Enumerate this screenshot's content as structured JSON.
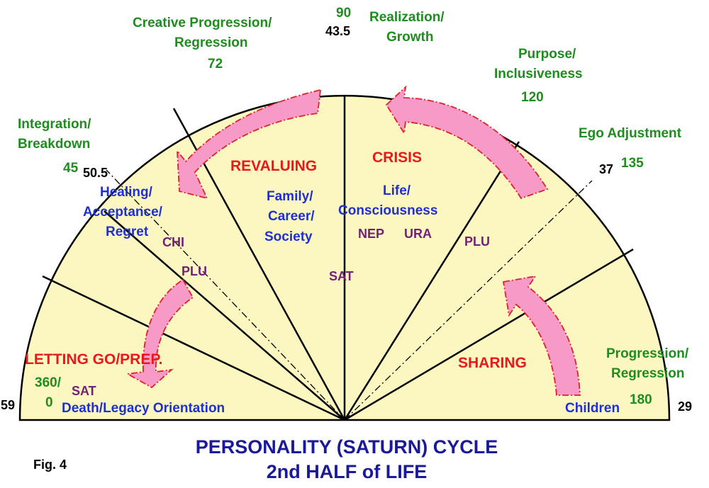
{
  "title": {
    "line1": "PERSONALITY (SATURN) CYCLE",
    "line2": "2nd HALF of LIFE"
  },
  "figure_label": "Fig. 4",
  "colors": {
    "background": "#fcf7c0",
    "arrow_fill": "#f79ac8",
    "arrow_stroke": "#e0202a",
    "phase_text": "#e8191c",
    "degree_text": "#1f8c1f",
    "theme_text": "#1f2fd6",
    "planet_text": "#73207a",
    "title_text": "#1a1a99"
  },
  "age_markers": {
    "left": "59",
    "right": "29",
    "top": "43.5",
    "upper_left": "50.5",
    "upper_right": "37"
  },
  "degree_labels": {
    "d90": "90",
    "d72": "72",
    "d45": "45",
    "d120": "120",
    "d135": "135",
    "d180": "180",
    "d360": "360/",
    "d0": "0"
  },
  "phase_names": {
    "realization_1": "Realization/",
    "realization_2": "Growth",
    "creative_1": "Creative Progression/",
    "creative_2": "Regression",
    "integration_1": "Integration/",
    "integration_2": "Breakdown",
    "purpose_1": "Purpose/",
    "purpose_2": "Inclusiveness",
    "ego": "Ego Adjustment",
    "progression_1": "Progression/",
    "progression_2": "Regression"
  },
  "stages": {
    "revaluing": "REVALUING",
    "crisis": "CRISIS",
    "letting_go": "LETTING GO/PREP.",
    "sharing": "SHARING"
  },
  "themes": {
    "healing_1": "Healing/",
    "healing_2": "Acceptance/",
    "healing_3": "Regret",
    "family_1": "Family/",
    "family_2": "Career/",
    "family_3": "Society",
    "life_1": "Life/",
    "life_2": "Consciousness",
    "death": "Death/Legacy Orientation",
    "children": "Children"
  },
  "planets": {
    "chi": "CHI",
    "plu_left": "PLU",
    "sat_center": "SAT",
    "nep": "NEP",
    "ura": "URA",
    "plu_right": "PLU",
    "sat_left": "SAT"
  }
}
